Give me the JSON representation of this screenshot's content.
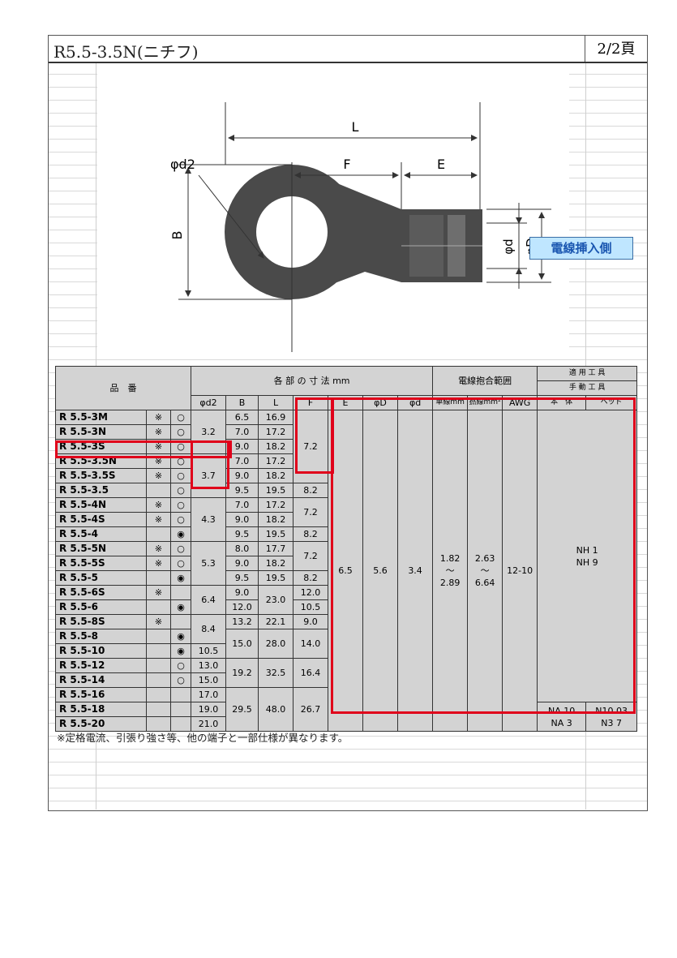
{
  "title": "R5.5-3.5N(ニチフ)",
  "page": "2/2頁",
  "badge": "電線挿入側",
  "diagram": {
    "L": "L",
    "F": "F",
    "E": "E",
    "d2": "φd2",
    "B": "B",
    "d": "φd",
    "D": "φD"
  },
  "headers": {
    "part": "品　番",
    "dims": "各 部 の 寸 法 mm",
    "range": "電線抱合範囲",
    "tools_applied": "適 用 工 具",
    "tools_manual": "手 動 工 具",
    "d2": "φd2",
    "B": "B",
    "L": "L",
    "F": "F",
    "E": "E",
    "D": "φD",
    "d": "φd",
    "single": "単線mm",
    "stranded": "撚線mm²",
    "awg": "AWG",
    "body": "本　体",
    "head": "ヘッド"
  },
  "rows": [
    {
      "part": "R 5.5-3M",
      "m1": "※",
      "m2": "○",
      "d2": "3.2",
      "B": "6.5",
      "L": "16.9",
      "F": "7.2"
    },
    {
      "part": "R 5.5-3N",
      "m1": "※",
      "m2": "○",
      "B": "7.0",
      "L": "17.2"
    },
    {
      "part": "R 5.5-3S",
      "m1": "※",
      "m2": "○",
      "B": "9.0",
      "L": "18.2"
    },
    {
      "part": "R 5.5-3.5N",
      "m1": "※",
      "m2": "○",
      "d2": "3.7",
      "B": "7.0",
      "L": "17.2"
    },
    {
      "part": "R 5.5-3.5S",
      "m1": "※",
      "m2": "○",
      "B": "9.0",
      "L": "18.2"
    },
    {
      "part": "R 5.5-3.5",
      "m1": "",
      "m2": "○",
      "B": "9.5",
      "L": "19.5",
      "F": "8.2"
    },
    {
      "part": "R 5.5-4N",
      "m1": "※",
      "m2": "○",
      "d2": "4.3",
      "B": "7.0",
      "L": "17.2",
      "F": "7.2"
    },
    {
      "part": "R 5.5-4S",
      "m1": "※",
      "m2": "○",
      "B": "9.0",
      "L": "18.2"
    },
    {
      "part": "R 5.5-4",
      "m1": "",
      "m2": "◉",
      "B": "9.5",
      "L": "19.5",
      "F": "8.2"
    },
    {
      "part": "R 5.5-5N",
      "m1": "※",
      "m2": "○",
      "d2": "5.3",
      "B": "8.0",
      "L": "17.7",
      "F": "7.2"
    },
    {
      "part": "R 5.5-5S",
      "m1": "※",
      "m2": "○",
      "B": "9.0",
      "L": "18.2"
    },
    {
      "part": "R 5.5-5",
      "m1": "",
      "m2": "◉",
      "B": "9.5",
      "L": "19.5",
      "F": "8.2"
    },
    {
      "part": "R 5.5-6S",
      "m1": "※",
      "m2": "",
      "d2": "6.4",
      "B": "9.0",
      "L": "23.0",
      "F": "12.0"
    },
    {
      "part": "R 5.5-6",
      "m1": "",
      "m2": "◉",
      "B": "12.0",
      "F": "10.5"
    },
    {
      "part": "R 5.5-8S",
      "m1": "※",
      "m2": "",
      "d2": "8.4",
      "B": "13.2",
      "L": "22.1",
      "F": "9.0"
    },
    {
      "part": "R 5.5-8",
      "m1": "",
      "m2": "◉",
      "B": "15.0",
      "L": "28.0",
      "F": "14.0"
    },
    {
      "part": "R 5.5-10",
      "m1": "",
      "m2": "◉",
      "d2": "10.5"
    },
    {
      "part": "R 5.5-12",
      "m1": "",
      "m2": "○",
      "d2": "13.0",
      "B": "19.2",
      "L": "32.5",
      "F": "16.4"
    },
    {
      "part": "R 5.5-14",
      "m1": "",
      "m2": "○",
      "d2": "15.0"
    },
    {
      "part": "R 5.5-16",
      "m1": "",
      "m2": "",
      "d2": "17.0",
      "B": "29.5",
      "L": "48.0",
      "F": "26.7"
    },
    {
      "part": "R 5.5-18",
      "m1": "",
      "m2": "",
      "d2": "19.0"
    },
    {
      "part": "R 5.5-20",
      "m1": "",
      "m2": "",
      "d2": "21.0"
    }
  ],
  "common": {
    "E": "6.5",
    "D": "5.6",
    "d": "3.4",
    "single": "1.82\n〜\n2.89",
    "stranded": "2.63\n〜\n6.64",
    "awg": "12-10",
    "tool_std": "NH 1\nNH 9",
    "tool_body": "NA 10\nNA 3",
    "tool_head": "N10 03\nN3 7"
  },
  "note": "※定格電流、引張り強さ等、他の端子と一部仕様が異なります。"
}
